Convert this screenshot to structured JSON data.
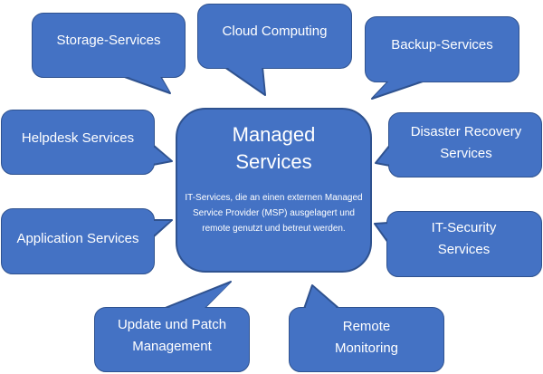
{
  "colors": {
    "fill": "#4472C4",
    "border": "#2F528F",
    "text": "#FFFFFF"
  },
  "center": {
    "title_line1": "Managed",
    "title_line2": "Services",
    "description": "IT-Services, die an einen externen Managed Service Provider (MSP) ausgelagert und remote genutzt und betreut werden."
  },
  "bubbles": [
    {
      "label": "Storage-Services"
    },
    {
      "label": "Cloud Computing"
    },
    {
      "label": "Backup-Services"
    },
    {
      "label": "Helpdesk Services"
    },
    {
      "label": "Disaster Recovery Services"
    },
    {
      "label": "Application Services"
    },
    {
      "label": "IT-Security Services"
    },
    {
      "label": "Update und Patch Management"
    },
    {
      "label": "Remote Monitoring"
    }
  ]
}
